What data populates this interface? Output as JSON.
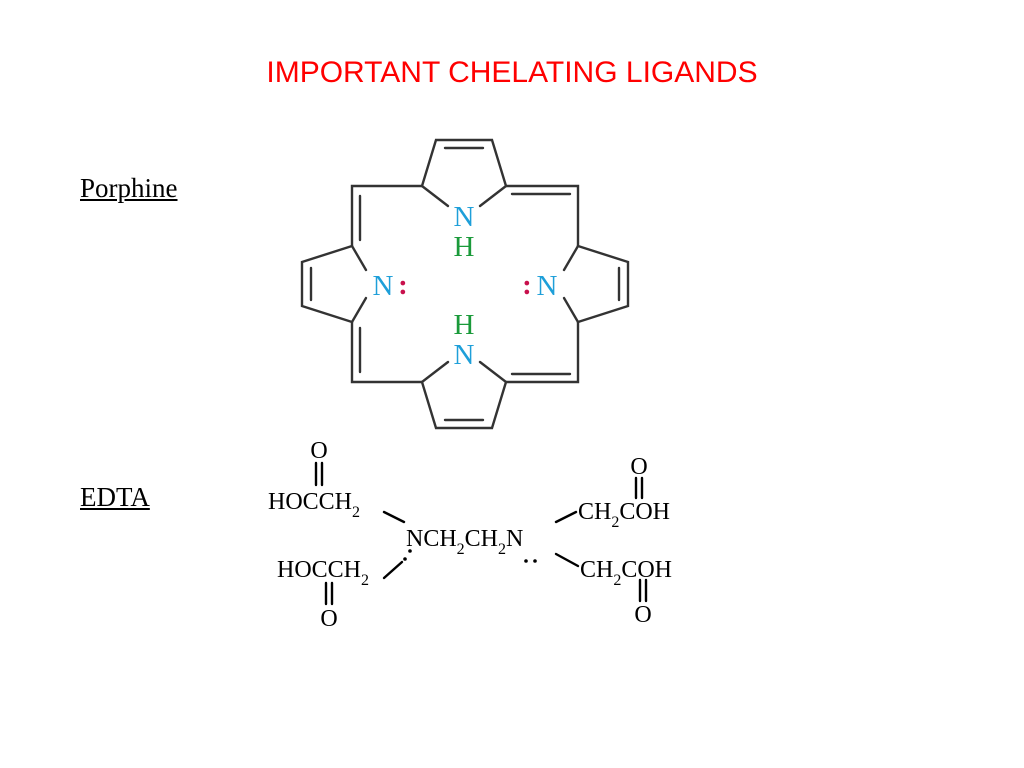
{
  "title": "IMPORTANT CHELATING LIGANDS",
  "colors": {
    "title": "#ff0000",
    "nitrogen": "#1e9fd9",
    "hydrogen": "#1a9a3a",
    "lone_pair": "#c8104c",
    "bond": "#333333"
  },
  "porphine": {
    "label": "Porphine",
    "n_top": "N",
    "h_top": "H",
    "n_left": "N",
    "lp_left": ":",
    "n_right": "N",
    "lp_right": ":",
    "h_bottom": "H",
    "n_bottom": "N"
  },
  "edta": {
    "label": "EDTA",
    "o_tl": "O",
    "hoc_tl": "HOCCH",
    "sub_tl": "2",
    "o_tr": "O",
    "ch_tr": "CH",
    "sub_tr": "2",
    "coh_tr": "COH",
    "center_a": "NCH",
    "sub_c1": "2",
    "center_b": "CH",
    "sub_c2": "2",
    "center_c": "N",
    "hoc_bl": "HOCCH",
    "sub_bl": "2",
    "o_bl": "O",
    "ch_br": "CH",
    "sub_br": "2",
    "coh_br": "COH",
    "o_br": "O"
  }
}
